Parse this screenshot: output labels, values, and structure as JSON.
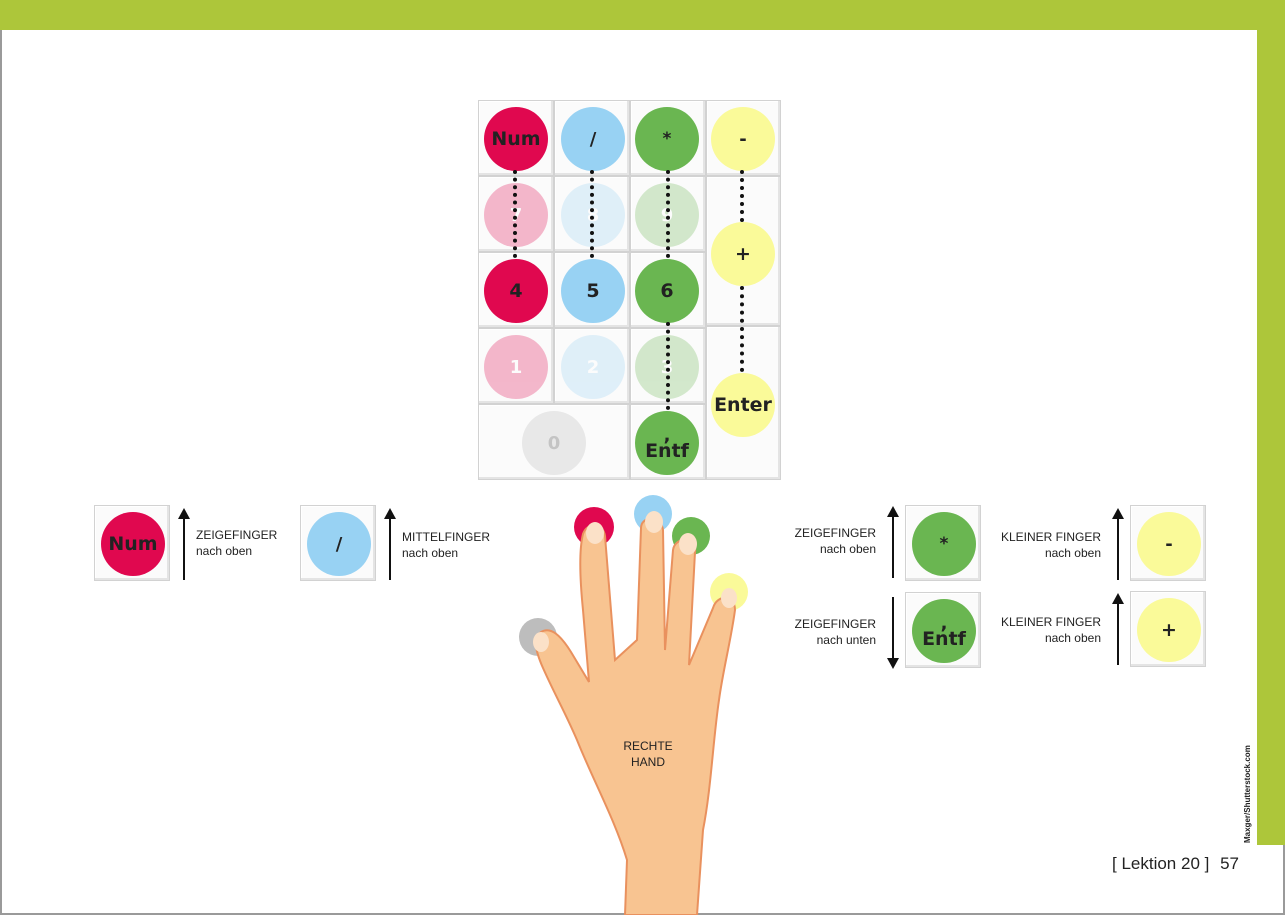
{
  "keypad": {
    "num": "Num",
    "divide": "/",
    "multiply": "*",
    "minus": "-",
    "seven": "7",
    "eight": "8",
    "nine": "9",
    "plus": "+",
    "four": "4",
    "five": "5",
    "six": "6",
    "one": "1",
    "two": "2",
    "three": "3",
    "enter": "Enter",
    "zero": "0",
    "comma": ",",
    "entf": "Entf"
  },
  "instructions": {
    "num": {
      "key": "Num",
      "finger": "ZEIGEFINGER",
      "direction": "nach oben"
    },
    "divide": {
      "key": "/",
      "finger": "MITTELFINGER",
      "direction": "nach oben"
    },
    "multiply": {
      "key": "*",
      "finger": "ZEIGEFINGER",
      "direction": "nach oben"
    },
    "entf": {
      "key_top": ",",
      "key": "Entf",
      "finger": "ZEIGEFINGER",
      "direction": "nach unten"
    },
    "minus": {
      "key": "-",
      "finger": "KLEINER FINGER",
      "direction": "nach oben"
    },
    "plus": {
      "key": "+",
      "finger": "KLEINER FINGER",
      "direction": "nach oben"
    }
  },
  "hand": {
    "label_line1": "RECHTE",
    "label_line2": "HAND"
  },
  "credit": "Maxger/Shutterstock.com",
  "footer": {
    "lesson": "[ Lektion 20 ]",
    "page": "57"
  },
  "colors": {
    "red": "#e0084f",
    "blue": "#98d2f3",
    "green": "#6ab651",
    "yellow": "#fafa99",
    "accent": "#adc63a"
  }
}
